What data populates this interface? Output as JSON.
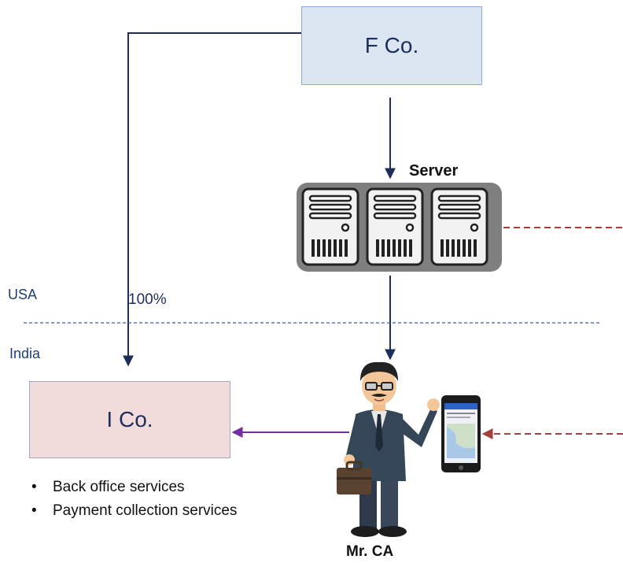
{
  "entities": {
    "parent": {
      "label": "F Co."
    },
    "subsidiary": {
      "label": "I Co."
    },
    "server": {
      "label": "Server"
    },
    "person": {
      "label": "Mr. CA"
    }
  },
  "regions": {
    "upper": "USA",
    "lower": "India"
  },
  "ownership": {
    "label": "100%"
  },
  "services": [
    "Back office services",
    "Payment  collection services"
  ],
  "bullet_glyph": "•",
  "colors": {
    "fco_fill": "#dce6f2",
    "ico_fill": "#f2dcdb",
    "arrow_navy": "#1f2d5a",
    "arrow_purple": "#7030a0",
    "dashed_red": "#a0413c",
    "border_dashed": "#3f5f9f"
  }
}
